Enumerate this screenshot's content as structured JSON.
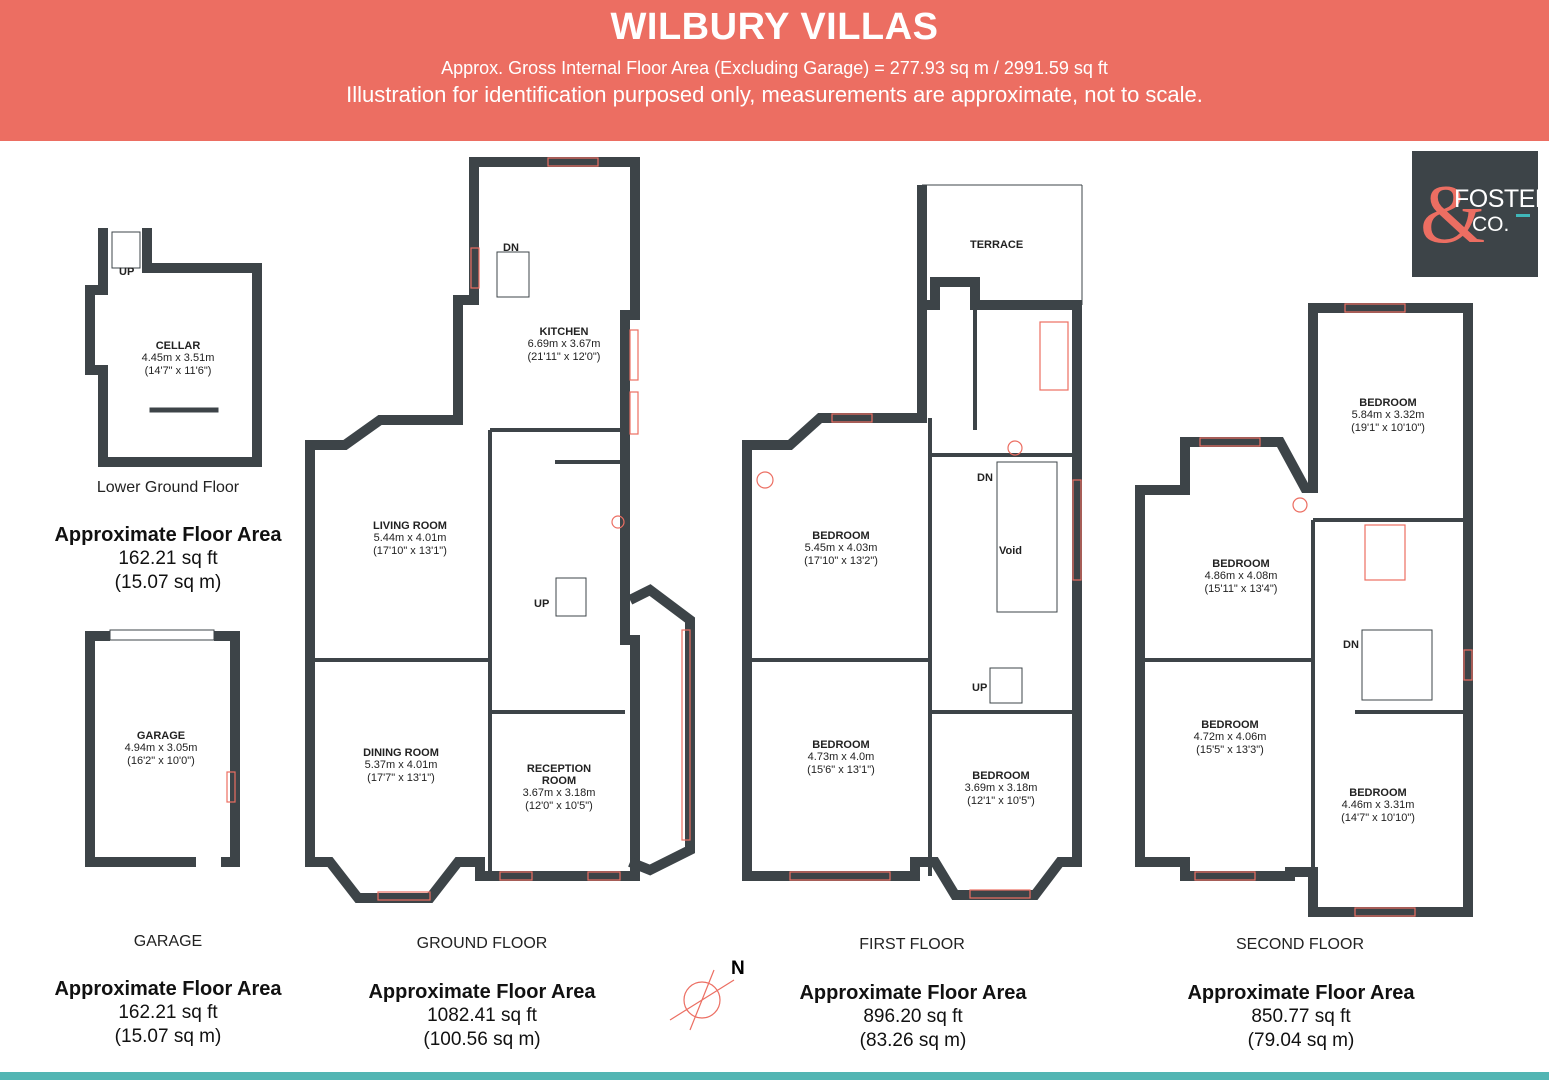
{
  "header": {
    "title": "WILBURY VILLAS",
    "subtitle": "Approx. Gross Internal Floor Area (Excluding Garage) = 277.93 sq m / 2991.59 sq ft",
    "disclaimer": "Illustration for identification purposed only, measurements are approximate, not to scale."
  },
  "logo": {
    "amp": "&",
    "line1": "FOSTER",
    "line2": "CO."
  },
  "compass": {
    "north": "N"
  },
  "floors": [
    {
      "label": "Lower Ground Floor",
      "heading": "Approximate Floor Area",
      "sqft": "162.21 sq ft",
      "sqm": "(15.07 sq m)"
    },
    {
      "label": "GARAGE",
      "heading": "Approximate Floor Area",
      "sqft": "162.21 sq ft",
      "sqm": "(15.07 sq m)"
    },
    {
      "label": "GROUND FLOOR",
      "heading": "Approximate Floor Area",
      "sqft": "1082.41 sq ft",
      "sqm": "(100.56 sq m)"
    },
    {
      "label": "FIRST FLOOR",
      "heading": "Approximate Floor Area",
      "sqft": "896.20 sq ft",
      "sqm": "(83.26 sq m)"
    },
    {
      "label": "SECOND FLOOR",
      "heading": "Approximate Floor Area",
      "sqft": "850.77 sq ft",
      "sqm": "(79.04 sq m)"
    }
  ],
  "rooms": [
    {
      "name": "CELLAR",
      "metric": "4.45m x 3.51m",
      "imperial": "(14'7\" x 11'6\")"
    },
    {
      "name": "GARAGE",
      "metric": "4.94m x 3.05m",
      "imperial": "(16'2\" x 10'0\")"
    },
    {
      "name": "KITCHEN",
      "metric": "6.69m x 3.67m",
      "imperial": "(21'11\" x 12'0\")"
    },
    {
      "name": "LIVING ROOM",
      "metric": "5.44m x 4.01m",
      "imperial": "(17'10\" x 13'1\")"
    },
    {
      "name": "DINING ROOM",
      "metric": "5.37m x 4.01m",
      "imperial": "(17'7\" x 13'1\")"
    },
    {
      "name": "RECEPTION",
      "name2": "ROOM",
      "metric": "3.67m x 3.18m",
      "imperial": "(12'0\" x 10'5\")"
    },
    {
      "name": "BEDROOM",
      "metric": "5.45m x 4.03m",
      "imperial": "(17'10\" x 13'2\")"
    },
    {
      "name": "BEDROOM",
      "metric": "4.73m x 4.0m",
      "imperial": "(15'6\" x 13'1\")"
    },
    {
      "name": "BEDROOM",
      "metric": "3.69m x 3.18m",
      "imperial": "(12'1\" x 10'5\")"
    },
    {
      "name": "BEDROOM",
      "metric": "5.84m x 3.32m",
      "imperial": "(19'1\" x 10'10\")"
    },
    {
      "name": "BEDROOM",
      "metric": "4.86m x 4.08m",
      "imperial": "(15'11\" x 13'4\")"
    },
    {
      "name": "BEDROOM",
      "metric": "4.72m x 4.06m",
      "imperial": "(15'5\" x 13'3\")"
    },
    {
      "name": "BEDROOM",
      "metric": "4.46m x 3.31m",
      "imperial": "(14'7\" x 10'10\")"
    }
  ],
  "tags": {
    "terrace": "TERRACE",
    "void": "Void",
    "up": "UP",
    "dn": "DN"
  },
  "colors": {
    "header": "#ec6e62",
    "wall": "#3d4448",
    "fixture": "#ec6e62",
    "accent": "#52b5b3"
  }
}
